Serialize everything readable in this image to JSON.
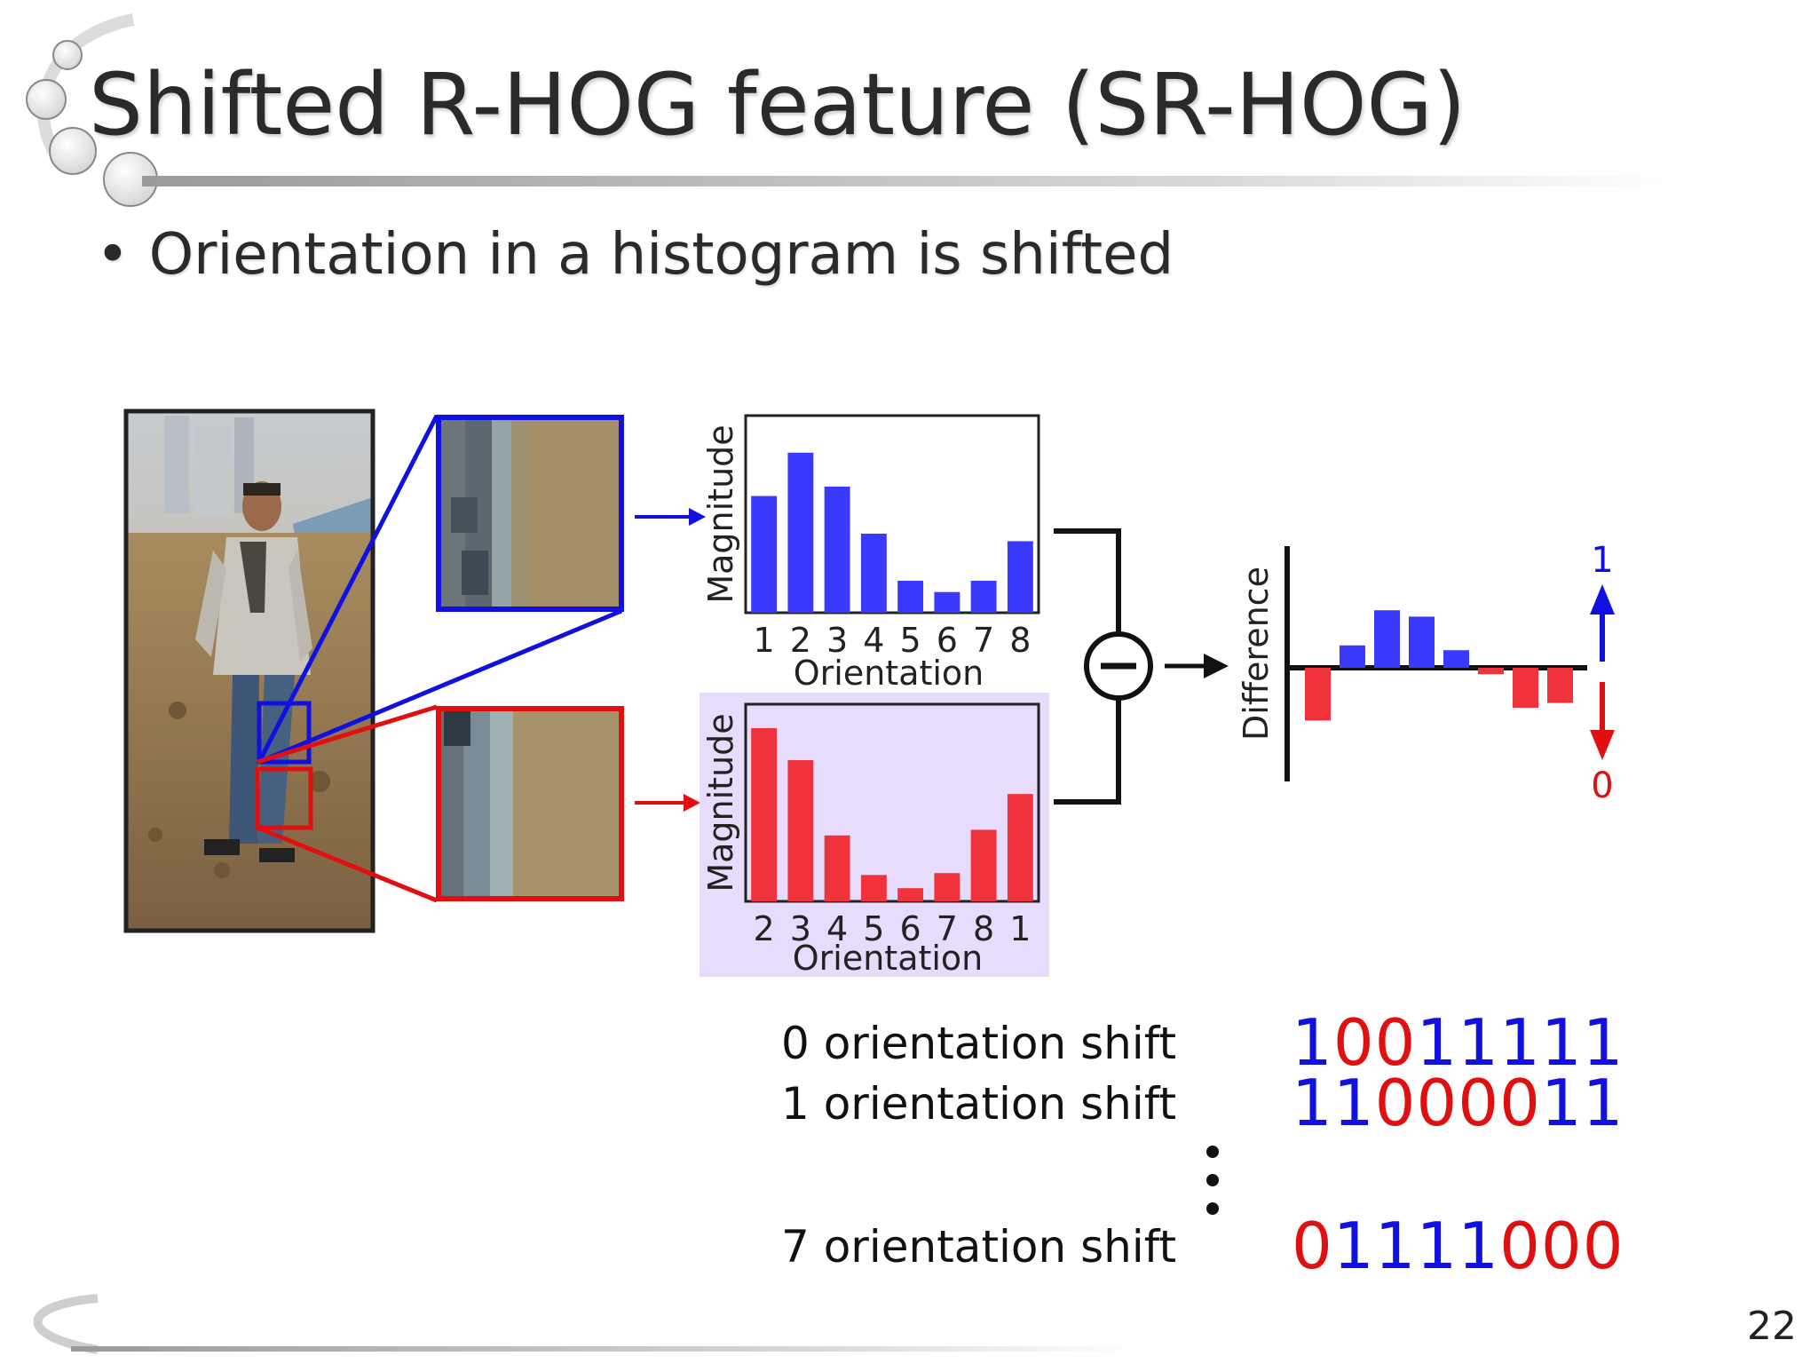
{
  "slide": {
    "title": "Shifted R-HOG feature (SR-HOG)",
    "bullet": "Orientation in a histogram is shifted",
    "page_number": "22"
  },
  "hist_top": {
    "ylabel": "Magnitude",
    "xlabel": "Orientation",
    "ticks": [
      "1",
      "2",
      "3",
      "4",
      "5",
      "6",
      "7",
      "8"
    ],
    "values": [
      0.62,
      0.85,
      0.67,
      0.42,
      0.17,
      0.11,
      0.17,
      0.38
    ],
    "color": "#3a3aff"
  },
  "hist_bottom": {
    "ylabel": "Magnitude",
    "xlabel": "Orientation",
    "ticks": [
      "2",
      "3",
      "4",
      "5",
      "6",
      "7",
      "8",
      "1"
    ],
    "values": [
      0.92,
      0.75,
      0.35,
      0.14,
      0.07,
      0.15,
      0.38,
      0.57
    ],
    "color": "#f0323c",
    "highlight": "#e7dcfb"
  },
  "difference": {
    "ylabel": "Difference",
    "values": [
      -0.33,
      0.14,
      0.36,
      0.32,
      0.11,
      -0.04,
      -0.25,
      -0.22
    ],
    "arrow_up_label": "1",
    "arrow_down_label": "0",
    "pos_color": "#3a3aff",
    "neg_color": "#f0323c"
  },
  "shifts": [
    {
      "label": "0 orientation shift",
      "code": "10011111"
    },
    {
      "label": "1 orientation shift",
      "code": "11000011"
    },
    {
      "label": "7 orientation shift",
      "code": "01111000"
    }
  ]
}
